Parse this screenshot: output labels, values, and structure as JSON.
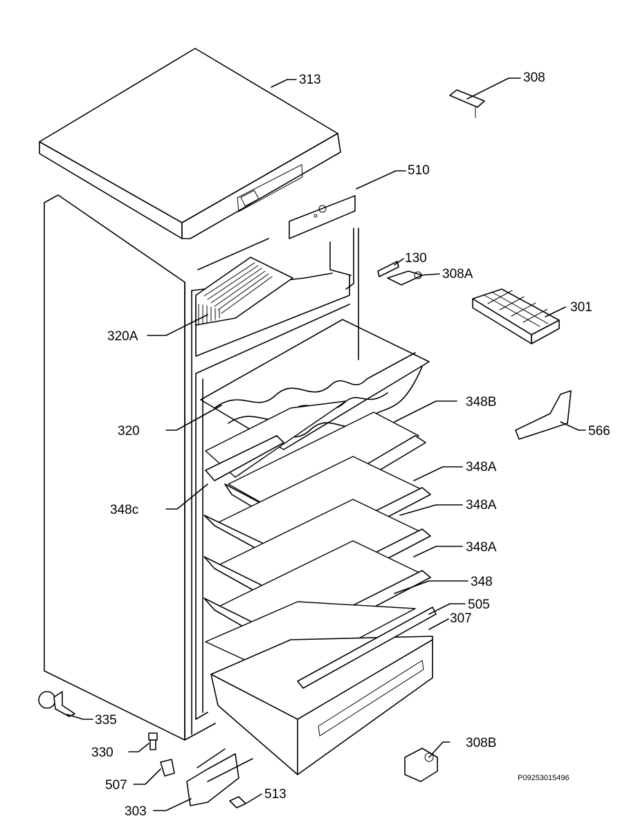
{
  "diagram": {
    "reference": "P09253015496",
    "callouts": [
      {
        "id": "313",
        "label": "313"
      },
      {
        "id": "308",
        "label": "308"
      },
      {
        "id": "510",
        "label": "510"
      },
      {
        "id": "130",
        "label": "130"
      },
      {
        "id": "308a",
        "label": "308A"
      },
      {
        "id": "301",
        "label": "301"
      },
      {
        "id": "320a",
        "label": "320A"
      },
      {
        "id": "348b",
        "label": "348B"
      },
      {
        "id": "566",
        "label": "566"
      },
      {
        "id": "320",
        "label": "320"
      },
      {
        "id": "348a1",
        "label": "348A"
      },
      {
        "id": "348c",
        "label": "348c"
      },
      {
        "id": "348a2",
        "label": "348A"
      },
      {
        "id": "348a3",
        "label": "348A"
      },
      {
        "id": "348",
        "label": "348"
      },
      {
        "id": "505",
        "label": "505"
      },
      {
        "id": "307",
        "label": "307"
      },
      {
        "id": "335",
        "label": "335"
      },
      {
        "id": "308b",
        "label": "308B"
      },
      {
        "id": "330",
        "label": "330"
      },
      {
        "id": "507",
        "label": "507"
      },
      {
        "id": "513",
        "label": "513"
      },
      {
        "id": "303",
        "label": "303"
      }
    ]
  }
}
